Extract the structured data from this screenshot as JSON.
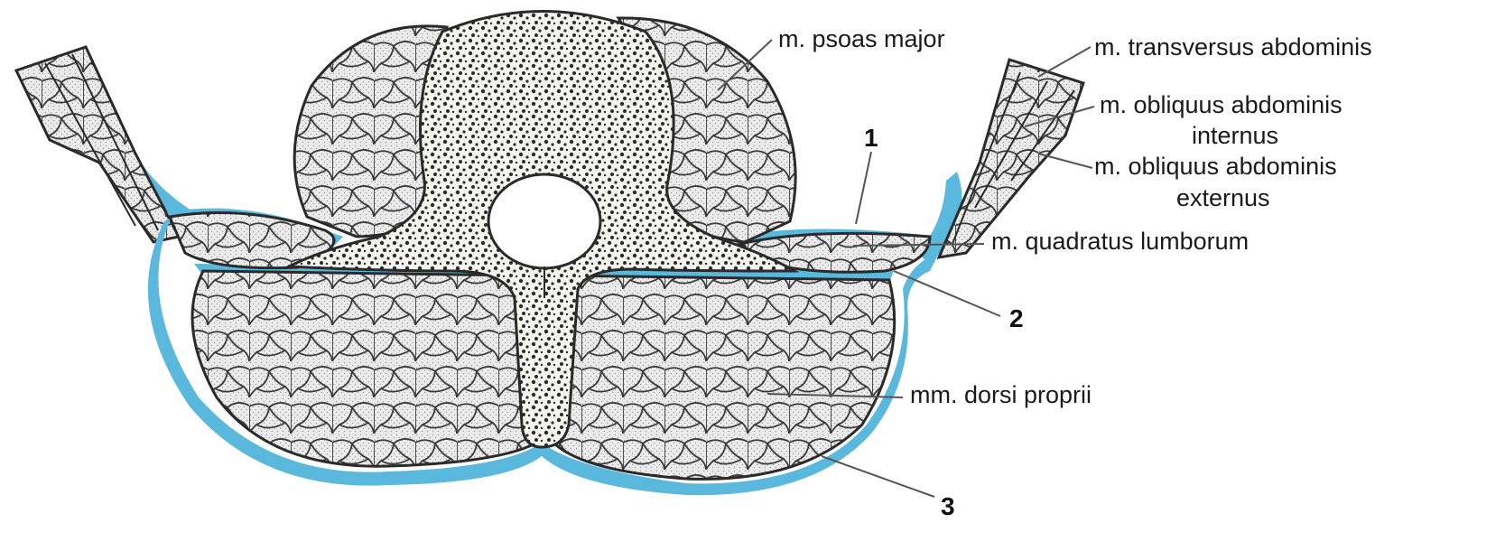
{
  "colors": {
    "fascia": "#5ab8dc",
    "muscle_fill": "#e8e8e8",
    "bone_fill": "#f7f7f2",
    "bone_speckle": "#2b2b2b",
    "outline": "#2a2a2a"
  },
  "labels": {
    "psoas": "m. psoas major",
    "transversus": "m. transversus abdominis",
    "obliquus_internus_1": "m. obliquus abdominis",
    "obliquus_internus_2": "internus",
    "obliquus_externus_1": "m. obliquus abdominis",
    "obliquus_externus_2": "externus",
    "quadratus": "m. quadratus lumborum",
    "dorsi": "mm. dorsi proprii"
  },
  "numbers": {
    "n1": "1",
    "n2": "2",
    "n3": "3"
  }
}
